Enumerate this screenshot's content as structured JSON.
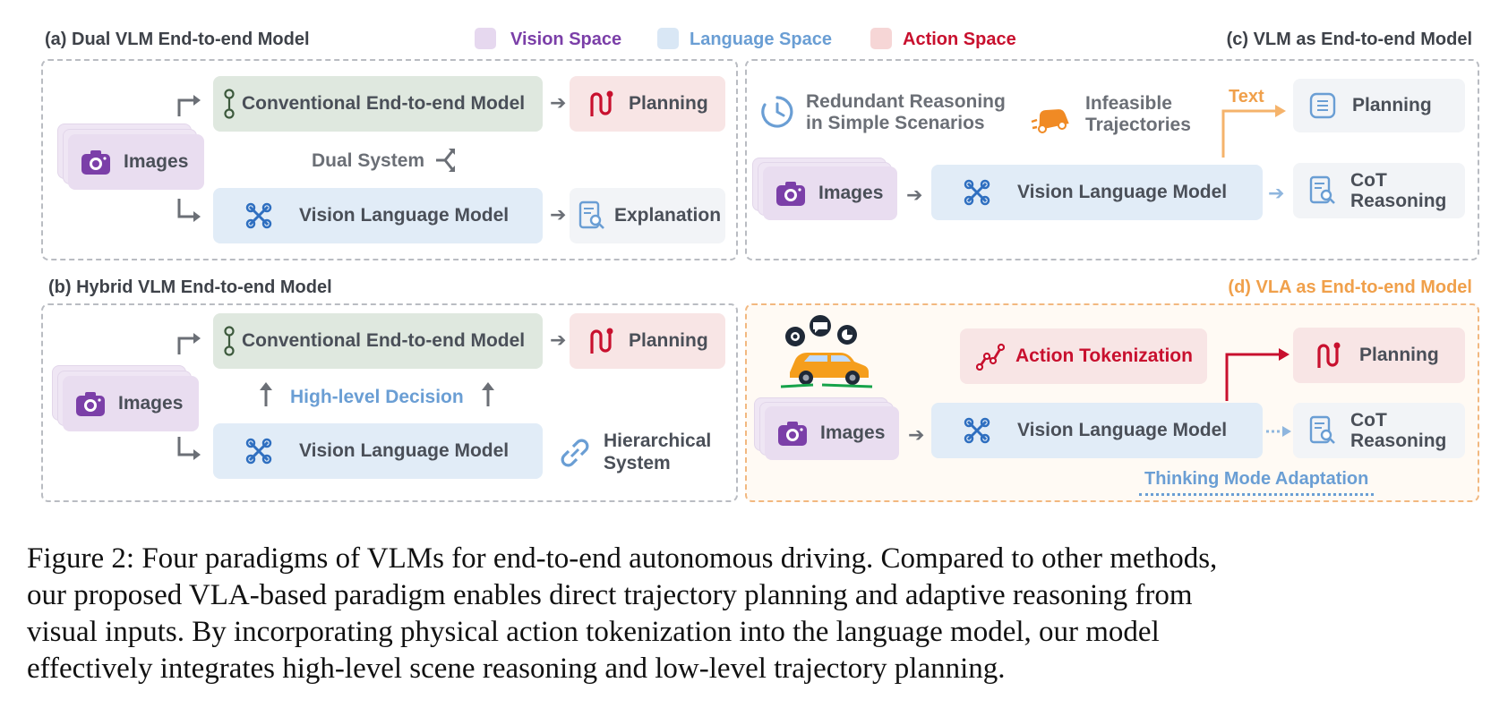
{
  "legend": {
    "vision": {
      "label": "Vision Space",
      "color": "#7b3fa8",
      "swatch": "#e6d8ef"
    },
    "language": {
      "label": "Language Space",
      "color": "#6a9ed4",
      "swatch": "#d9e7f5"
    },
    "action": {
      "label": "Action Space",
      "color": "#c8102e",
      "swatch": "#f6d6d6"
    }
  },
  "panel_a": {
    "title": "(a) Dual VLM End-to-end Model",
    "images": "Images",
    "conventional": "Conventional End-to-end Model",
    "planning": "Planning",
    "dual_system": "Dual System",
    "vlm": "Vision Language Model",
    "explanation": "Explanation"
  },
  "panel_b": {
    "title": "(b) Hybrid VLM End-to-end Model",
    "images": "Images",
    "conventional": "Conventional End-to-end Model",
    "planning": "Planning",
    "decision": "High-level Decision",
    "vlm": "Vision Language Model",
    "hier_1": "Hierarchical",
    "hier_2": "System"
  },
  "panel_c": {
    "title": "(c) VLM as End-to-end Model",
    "redundant_1": "Redundant Reasoning",
    "redundant_2": "in Simple Scenarios",
    "infeasible_1": "Infeasible",
    "infeasible_2": "Trajectories",
    "text": "Text",
    "planning": "Planning",
    "images": "Images",
    "vlm": "Vision Language Model",
    "cot_1": "CoT",
    "cot_2": "Reasoning"
  },
  "panel_d": {
    "title": "(d) VLA as End-to-end Model",
    "action_tok": "Action Tokenization",
    "planning": "Planning",
    "images": "Images",
    "vlm": "Vision Language Model",
    "cot_1": "CoT",
    "cot_2": "Reasoning",
    "thinking": "Thinking Mode Adaptation"
  },
  "caption": {
    "line1": "Figure 2: Four paradigms of VLMs for end-to-end autonomous driving. Compared to other methods,",
    "line2": "our proposed VLA-based paradigm enables direct trajectory planning and adaptive reasoning from",
    "line3": "visual inputs.  By incorporating physical action tokenization into the language model, our model",
    "line4": "effectively integrates high-level scene reasoning and low-level trajectory planning."
  }
}
